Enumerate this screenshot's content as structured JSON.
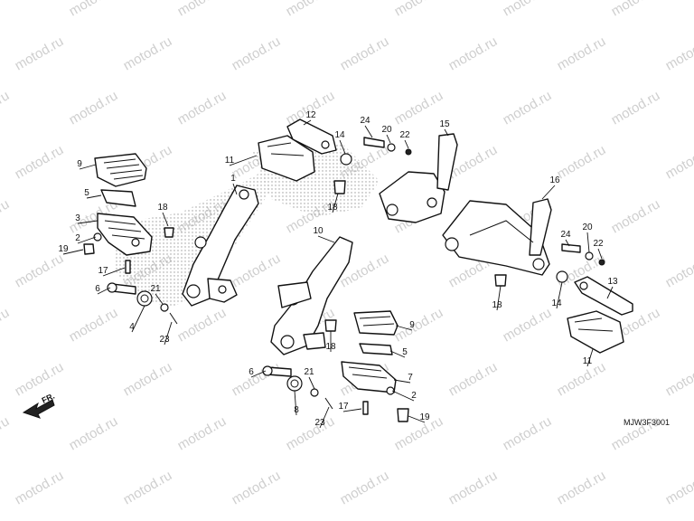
{
  "watermark": "motod.ru",
  "diagram_code": "MJW3F3001",
  "direction_label": "FR.",
  "callouts": [
    {
      "id": "c1",
      "text": "1"
    },
    {
      "id": "c2a",
      "text": "2"
    },
    {
      "id": "c2b",
      "text": "2"
    },
    {
      "id": "c3",
      "text": "3"
    },
    {
      "id": "c4",
      "text": "4"
    },
    {
      "id": "c5a",
      "text": "5"
    },
    {
      "id": "c5b",
      "text": "5"
    },
    {
      "id": "c6a",
      "text": "6"
    },
    {
      "id": "c6b",
      "text": "6"
    },
    {
      "id": "c7",
      "text": "7"
    },
    {
      "id": "c8",
      "text": "8"
    },
    {
      "id": "c9a",
      "text": "9"
    },
    {
      "id": "c9b",
      "text": "9"
    },
    {
      "id": "c10",
      "text": "10"
    },
    {
      "id": "c11a",
      "text": "11"
    },
    {
      "id": "c11b",
      "text": "11"
    },
    {
      "id": "c12",
      "text": "12"
    },
    {
      "id": "c13",
      "text": "13"
    },
    {
      "id": "c14a",
      "text": "14"
    },
    {
      "id": "c14b",
      "text": "14"
    },
    {
      "id": "c15",
      "text": "15"
    },
    {
      "id": "c16",
      "text": "16"
    },
    {
      "id": "c17a",
      "text": "17"
    },
    {
      "id": "c17b",
      "text": "17"
    },
    {
      "id": "c18a",
      "text": "18"
    },
    {
      "id": "c18b",
      "text": "18"
    },
    {
      "id": "c18c",
      "text": "18"
    },
    {
      "id": "c18d",
      "text": "18"
    },
    {
      "id": "c19a",
      "text": "19"
    },
    {
      "id": "c19b",
      "text": "19"
    },
    {
      "id": "c20a",
      "text": "20"
    },
    {
      "id": "c20b",
      "text": "20"
    },
    {
      "id": "c21a",
      "text": "21"
    },
    {
      "id": "c21b",
      "text": "21"
    },
    {
      "id": "c22a",
      "text": "22"
    },
    {
      "id": "c22b",
      "text": "22"
    },
    {
      "id": "c23a",
      "text": "23"
    },
    {
      "id": "c23b",
      "text": "23"
    },
    {
      "id": "c24a",
      "text": "24"
    },
    {
      "id": "c24b",
      "text": "24"
    }
  ]
}
